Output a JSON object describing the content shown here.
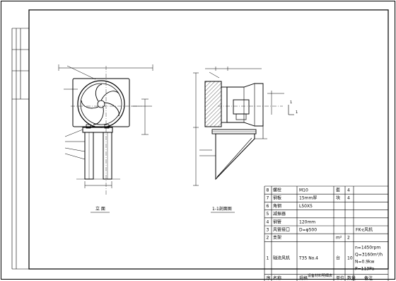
{
  "drawing": {
    "front_view_title": "立  面",
    "side_view_title": "1-1剖面图",
    "side_label_1": "1",
    "side_label_2": "1",
    "title_block_caption": "设备材料明细表"
  },
  "table": {
    "header_row": {
      "no": "序",
      "name": "名称",
      "spec": "规格",
      "unit": "单位",
      "qty": "数量",
      "note": "备注"
    },
    "rows": [
      {
        "no": "8",
        "name": "螺栓",
        "spec": "M10",
        "unit": "套",
        "qty": "4",
        "note": ""
      },
      {
        "no": "7",
        "name": "钢板",
        "spec": "15mm厚",
        "unit": "块",
        "qty": "4",
        "note": ""
      },
      {
        "no": "6",
        "name": "角钢",
        "spec": "L50X5",
        "unit": "",
        "qty": "",
        "note": ""
      },
      {
        "no": "5",
        "name": "减振器",
        "spec": "",
        "unit": "",
        "qty": "",
        "note": ""
      },
      {
        "no": "4",
        "name": "钢管",
        "spec": "120mm",
        "unit": "",
        "qty": "",
        "note": ""
      },
      {
        "no": "3",
        "name": "风管接口",
        "spec": "D=φ500",
        "unit": "",
        "qty": "",
        "note": "FK-ε风机"
      },
      {
        "no": "2",
        "name": "支架",
        "spec": "",
        "unit": "m²",
        "qty": "2",
        "note": ""
      },
      {
        "no": "1",
        "name": "轴流风机",
        "spec": "T35 No.4",
        "unit": "台",
        "qty": "10",
        "note": ""
      }
    ],
    "fan_spec_lines": [
      "n=1450rpm",
      "Q=3160m³/h",
      "N=0.9kw",
      "P=113Pa"
    ]
  }
}
